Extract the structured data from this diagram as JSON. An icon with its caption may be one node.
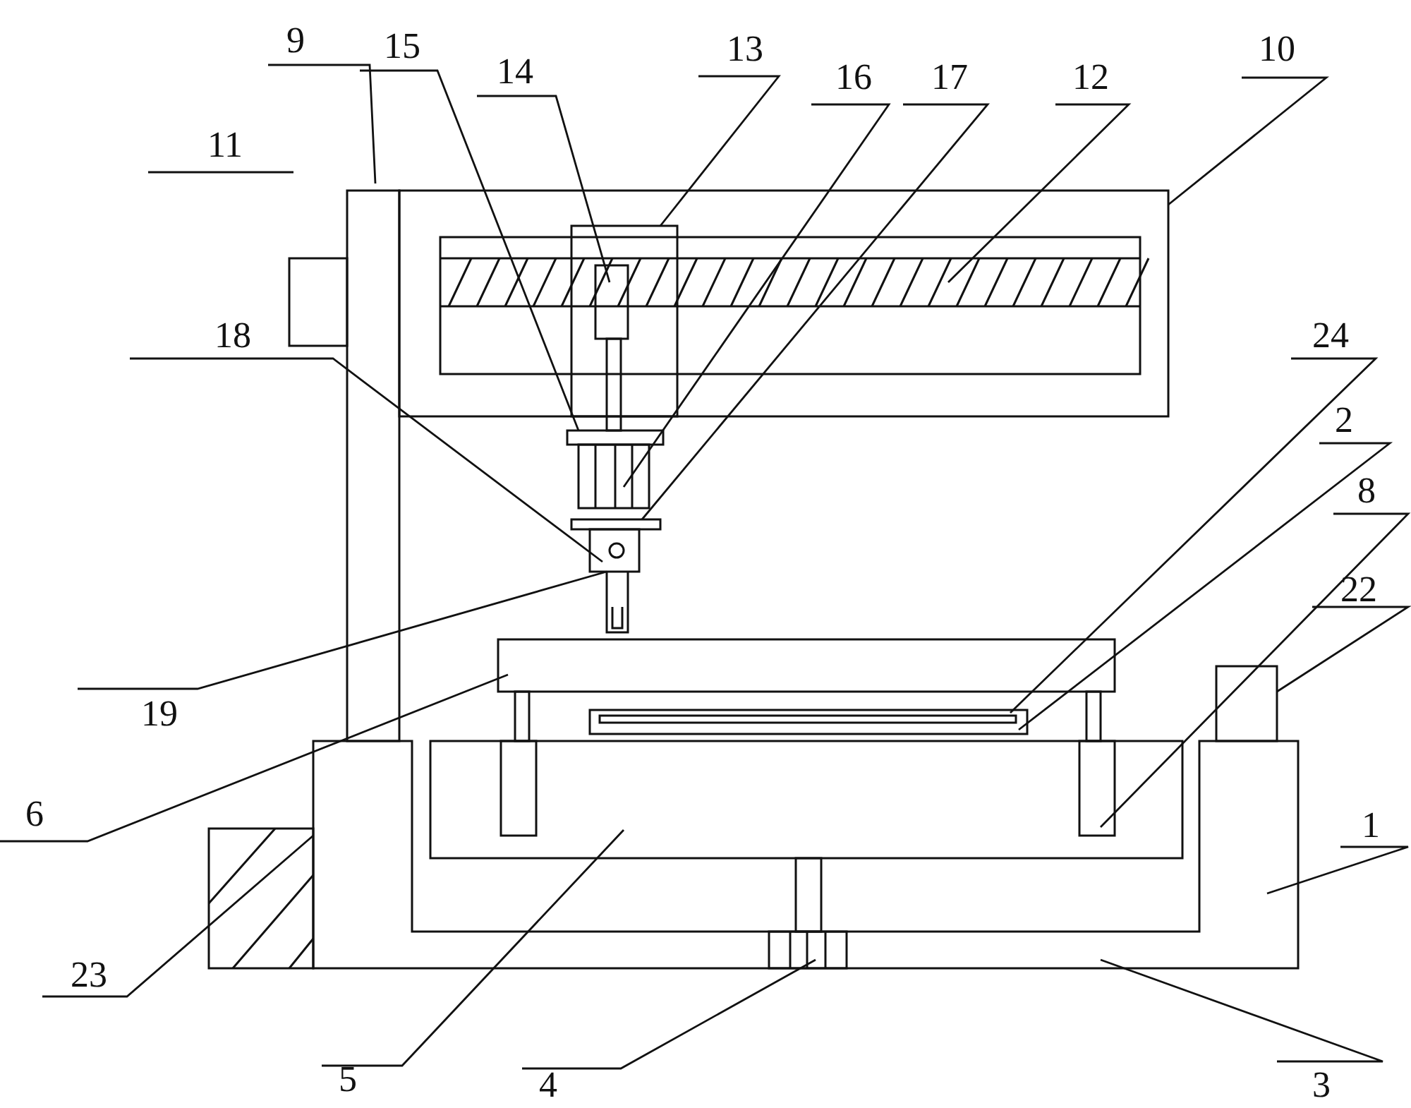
{
  "diagram": {
    "nodes": [
      {
        "text": [
          "15"
        ]
      },
      {
        "text": [
          "9"
        ]
      },
      {
        "text": [
          "13"
        ]
      },
      {
        "text": [
          "14"
        ]
      },
      {
        "text": [
          "10"
        ]
      },
      {
        "text": [
          "16"
        ]
      },
      {
        "text": [
          "17"
        ]
      },
      {
        "text": [
          "12"
        ]
      },
      {
        "text": [
          "11"
        ]
      },
      {
        "text": [
          "18"
        ]
      },
      {
        "text": [
          "24"
        ]
      },
      {
        "text": [
          "2"
        ]
      },
      {
        "text": [
          "8"
        ]
      },
      {
        "text": [
          "22"
        ]
      },
      {
        "text": [
          "19"
        ]
      },
      {
        "text": [
          "1"
        ]
      },
      {
        "text": [
          "6"
        ]
      },
      {
        "text": [
          "23"
        ]
      },
      {
        "text": [
          "3"
        ]
      },
      {
        "text": [
          "5"
        ]
      },
      {
        "text": [
          "4"
        ]
      }
    ],
    "edges": [
      {
        "from": 0,
        "to": null,
        "arrow": "none"
      },
      {
        "from": 1,
        "to": null,
        "arrow": "none"
      },
      {
        "from": 2,
        "to": null,
        "arrow": "none"
      },
      {
        "from": 3,
        "to": null,
        "arrow": "none"
      },
      {
        "from": 4,
        "to": null,
        "arrow": "none"
      },
      {
        "from": 5,
        "to": null,
        "arrow": "none"
      },
      {
        "from": 6,
        "to": null,
        "arrow": "none"
      },
      {
        "from": 7,
        "to": null,
        "arrow": "none"
      },
      {
        "from": 8,
        "to": null,
        "arrow": "none"
      },
      {
        "from": 9,
        "to": null,
        "arrow": "none"
      },
      {
        "from": 10,
        "to": null,
        "arrow": "none"
      },
      {
        "from": 11,
        "to": null,
        "arrow": "none"
      },
      {
        "from": 12,
        "to": null,
        "arrow": "none"
      },
      {
        "from": 13,
        "to": null,
        "arrow": "none"
      },
      {
        "from": 14,
        "to": null,
        "arrow": "none"
      },
      {
        "from": 15,
        "to": null,
        "arrow": "none"
      },
      {
        "from": 16,
        "to": null,
        "arrow": "none"
      },
      {
        "from": 17,
        "to": null,
        "arrow": "none"
      },
      {
        "from": 18,
        "to": null,
        "arrow": "none"
      },
      {
        "from": 19,
        "to": null,
        "arrow": "none"
      },
      {
        "from": 20,
        "to": null,
        "arrow": "none"
      }
    ]
  }
}
